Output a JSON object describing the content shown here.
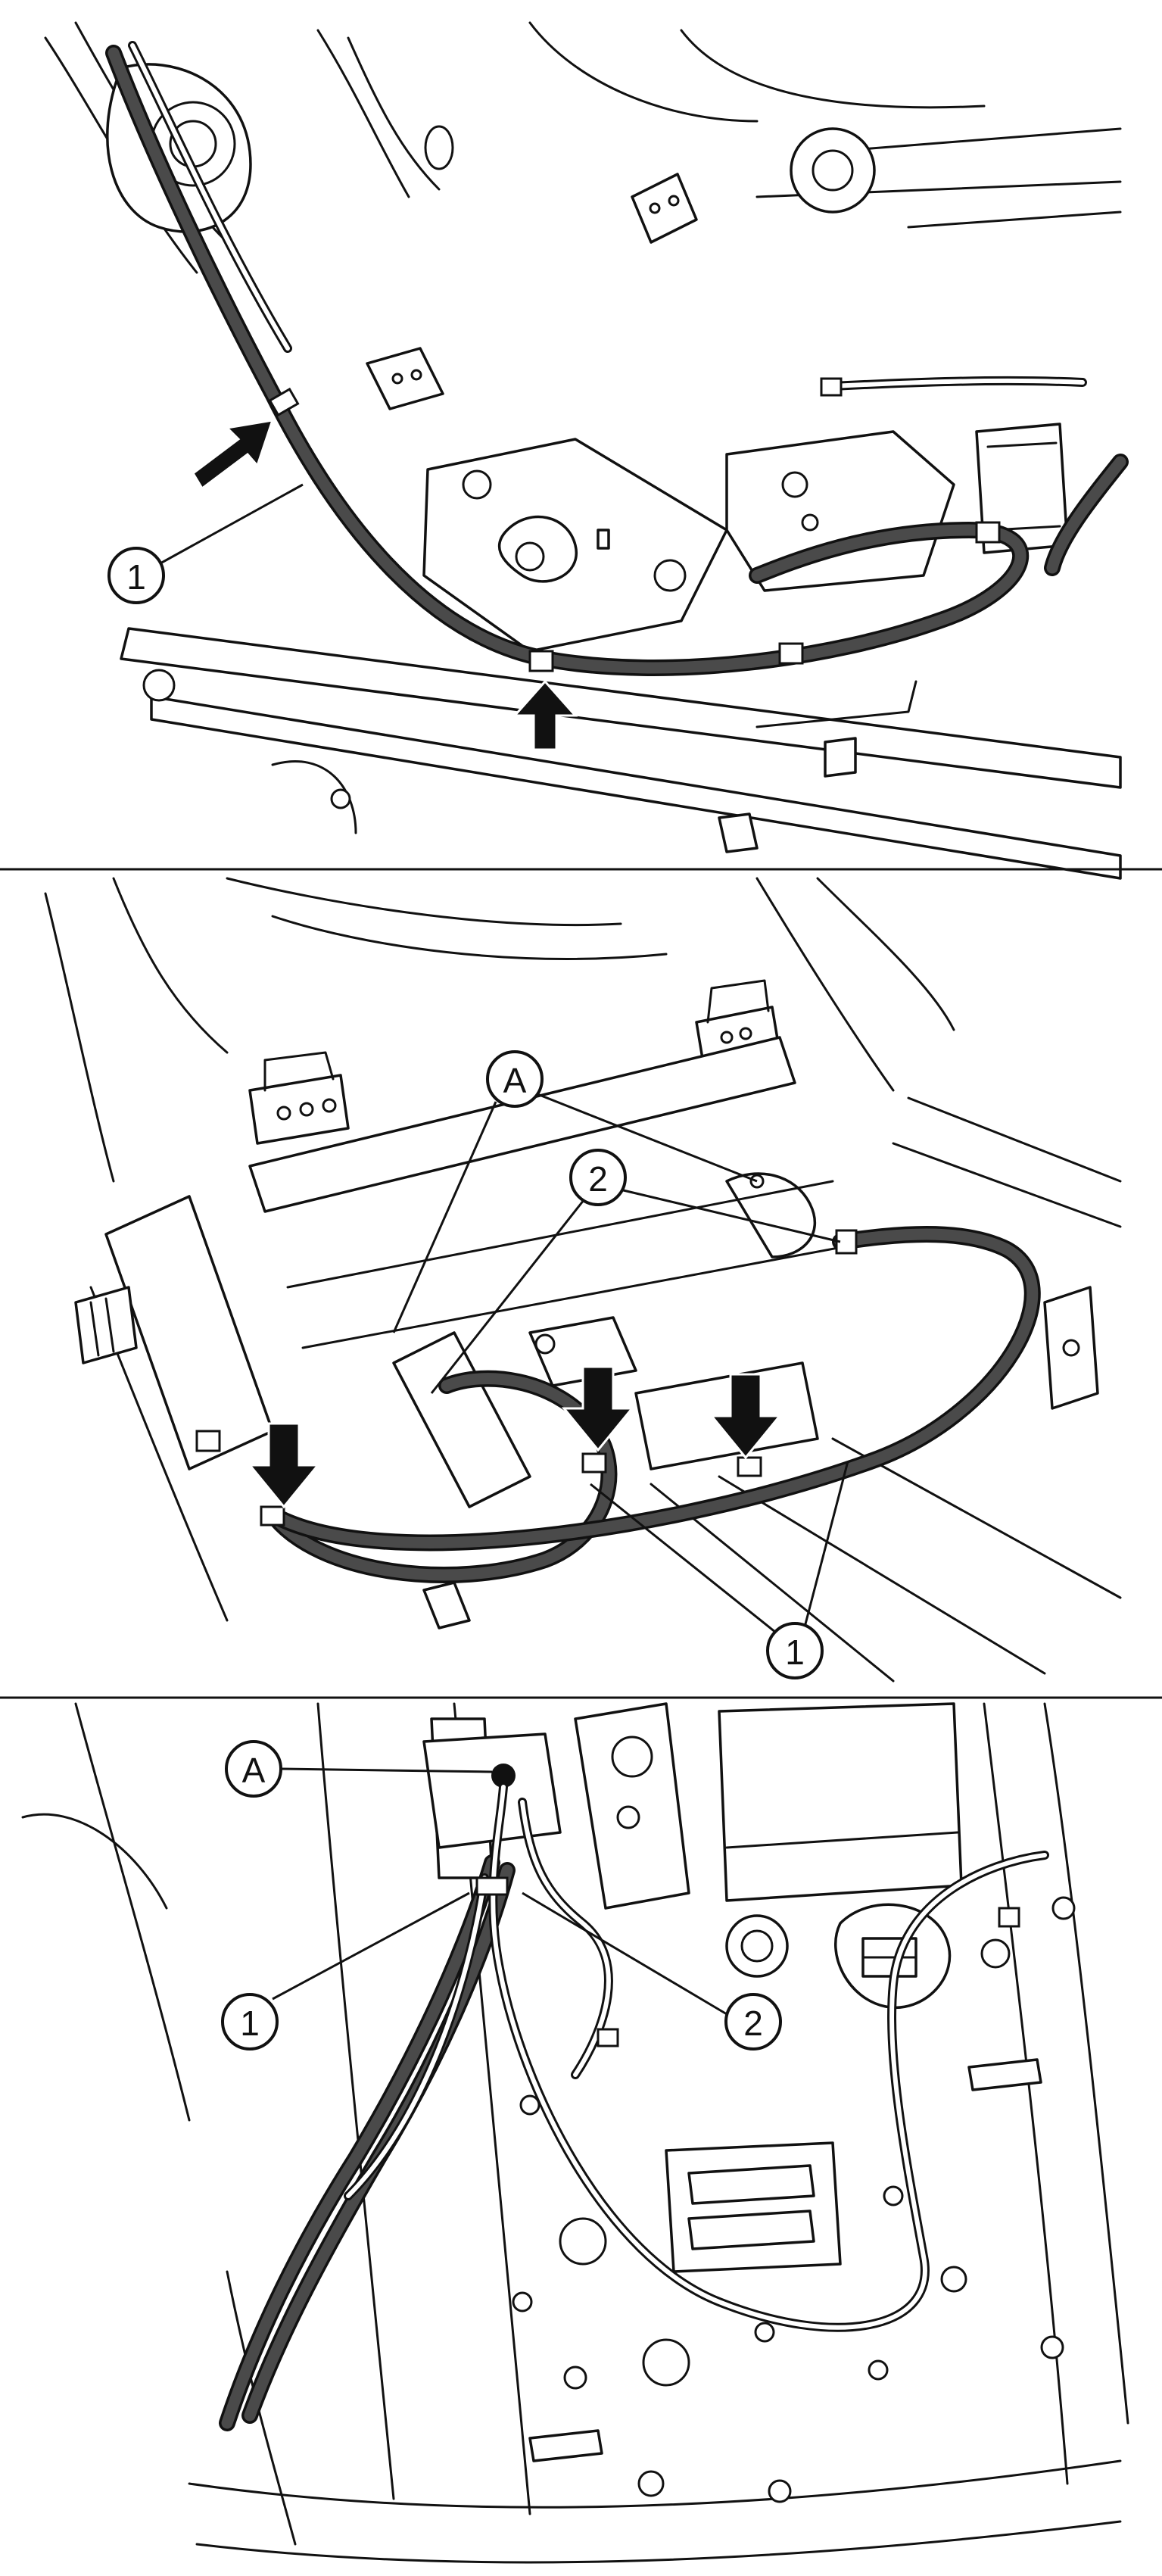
{
  "panels": [
    {
      "callouts": [
        {
          "label": "1"
        }
      ]
    },
    {
      "callouts": [
        {
          "label": "A"
        },
        {
          "label": "2"
        },
        {
          "label": "1"
        }
      ]
    },
    {
      "callouts": [
        {
          "label": "A"
        },
        {
          "label": "1"
        },
        {
          "label": "2"
        }
      ]
    }
  ]
}
